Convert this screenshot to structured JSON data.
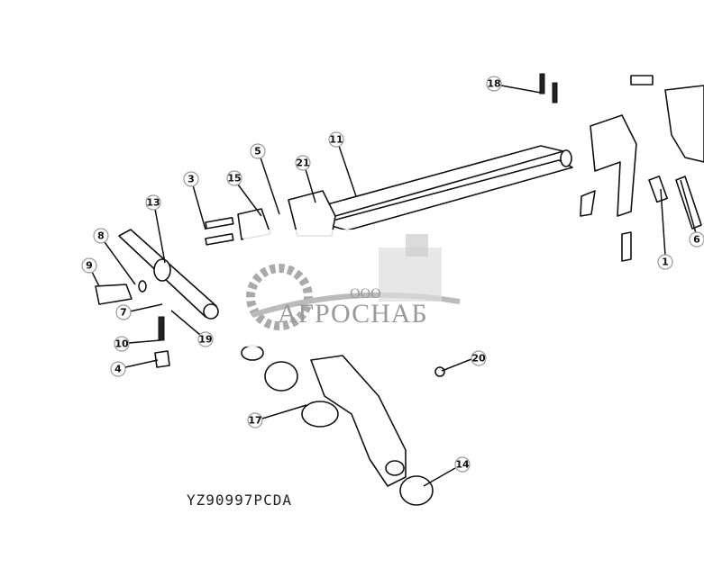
{
  "diagram": {
    "code": "YZ90997PCDA",
    "callouts": [
      "18",
      "11",
      "21",
      "5",
      "15",
      "3",
      "13",
      "8",
      "9",
      "7",
      "10",
      "19",
      "4",
      "20",
      "17",
      "14",
      "1",
      "6"
    ]
  },
  "watermark": {
    "prefix": "ООО",
    "name": "АГРОСНАБ"
  }
}
